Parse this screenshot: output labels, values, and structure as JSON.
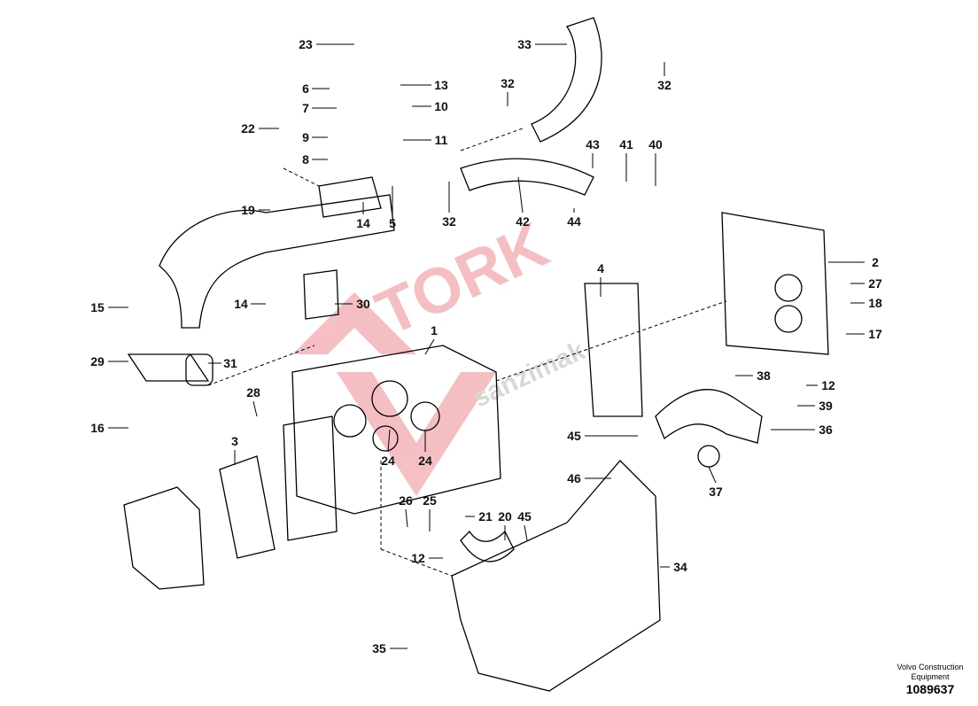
{
  "diagram": {
    "callouts": [
      "23",
      "6",
      "7",
      "9",
      "8",
      "22",
      "13",
      "10",
      "11",
      "19",
      "14",
      "5",
      "15",
      "29",
      "31",
      "16",
      "3",
      "28",
      "14",
      "30",
      "1",
      "24",
      "24",
      "33",
      "32",
      "32",
      "32",
      "43",
      "41",
      "40",
      "42",
      "44",
      "4",
      "2",
      "27",
      "18",
      "17",
      "38",
      "12",
      "39",
      "36",
      "37",
      "45",
      "46",
      "26",
      "25",
      "21",
      "20",
      "45",
      "12",
      "34",
      "35"
    ],
    "brand": "Volvo Construction Equipment",
    "document_number": "1089637",
    "watermark": "TORK sanzimak"
  }
}
